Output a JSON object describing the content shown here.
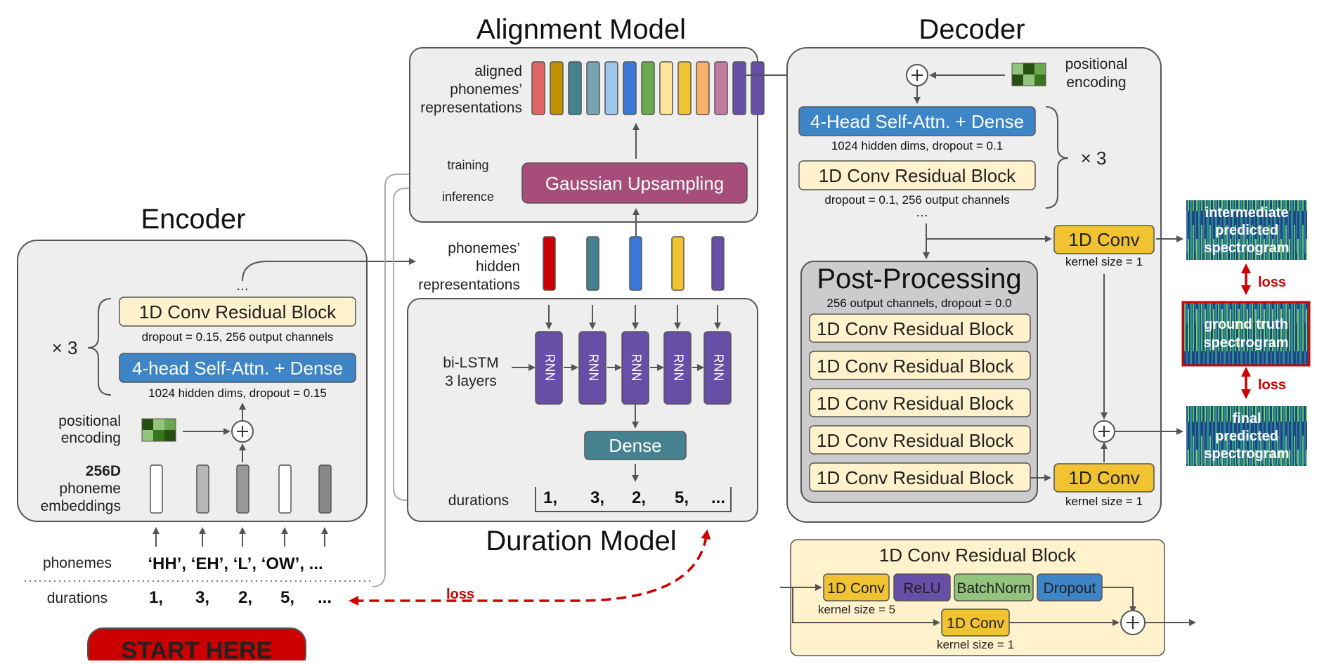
{
  "encoder": {
    "title": "Encoder",
    "ellipsis": "...",
    "conv_block": "1D Conv Residual Block",
    "conv_caption": "dropout = 0.15, 256 output channels",
    "times": "× 3",
    "attn_block": "4-head Self-Attn. + Dense",
    "attn_caption": "1024 hidden dims, dropout = 0.15",
    "pos_enc_line1": "positional",
    "pos_enc_line2": "encoding",
    "emb_line1": "256D",
    "emb_line2": "phoneme",
    "emb_line3": "embeddings"
  },
  "inputs": {
    "phonemes_label": "phonemes",
    "phonemes_value": "‘HH’, ‘EH’, ‘L’, ‘OW’, ...",
    "durations_label": "durations",
    "durations_values": [
      "1,",
      "3,",
      "2,",
      "5,",
      "..."
    ],
    "start_button": "START HERE"
  },
  "alignment": {
    "title": "Alignment Model",
    "aligned_line1": "aligned",
    "aligned_line2": "phonemes’",
    "aligned_line3": "representations",
    "upsampling": "Gaussian Upsampling",
    "training": "training",
    "inference": "inference",
    "aligned_colors": [
      "#e06666",
      "#bf9000",
      "#45818e",
      "#76a5af",
      "#9fc5e8",
      "#3c78d8",
      "#6aa84f",
      "#ffe599",
      "#f1c232",
      "#f6b26b",
      "#c27ba0",
      "#674ea7",
      "#674ea7"
    ]
  },
  "duration": {
    "title": "Duration Model",
    "hidden_line1": "phonemes’",
    "hidden_line2": "hidden",
    "hidden_line3": "representations",
    "hidden_colors": [
      "#cc0000",
      "#45818e",
      "#3c78d8",
      "#f1c232",
      "#674ea7"
    ],
    "lstm_line1": "bi-LSTM",
    "lstm_line2": "3 layers",
    "rnn": "RNN",
    "dense": "Dense",
    "durations_label": "durations",
    "durations_values": [
      "1,",
      "3,",
      "2,",
      "5,",
      "..."
    ],
    "loss": "loss"
  },
  "decoder": {
    "title": "Decoder",
    "pos_enc_line1": "positional",
    "pos_enc_line2": "encoding",
    "attn_block": "4-Head Self-Attn. + Dense",
    "attn_caption": "1024 hidden dims, dropout = 0.1",
    "conv_block": "1D Conv Residual Block",
    "conv_caption": "dropout = 0.1, 256 output channels",
    "times": "× 3",
    "ellipsis": "···",
    "conv1": "1D Conv",
    "conv1_caption": "kernel size = 1",
    "conv2": "1D Conv",
    "conv2_caption": "kernel size = 1",
    "post_title": "Post-Processing",
    "post_caption": "256 output channels, dropout = 0.0",
    "post_blocks": [
      "1D Conv Residual Block",
      "1D Conv Residual Block",
      "1D Conv Residual Block",
      "1D Conv Residual Block",
      "1D Conv Residual Block"
    ]
  },
  "spectrograms": {
    "intermediate": [
      "intermediate",
      "predicted",
      "spectrogram"
    ],
    "ground_truth": [
      "ground truth",
      "spectrogram"
    ],
    "final": [
      "final",
      "predicted",
      "spectrogram"
    ],
    "loss1": "loss",
    "loss2": "loss"
  },
  "residual_block": {
    "title": "1D Conv Residual Block",
    "conv_a": "1D Conv",
    "relu": "ReLU",
    "batchnorm": "BatchNorm",
    "dropout": "Dropout",
    "conv_a_caption": "kernel size = 5",
    "conv_b": "1D Conv",
    "conv_b_caption": "kernel size = 1"
  }
}
